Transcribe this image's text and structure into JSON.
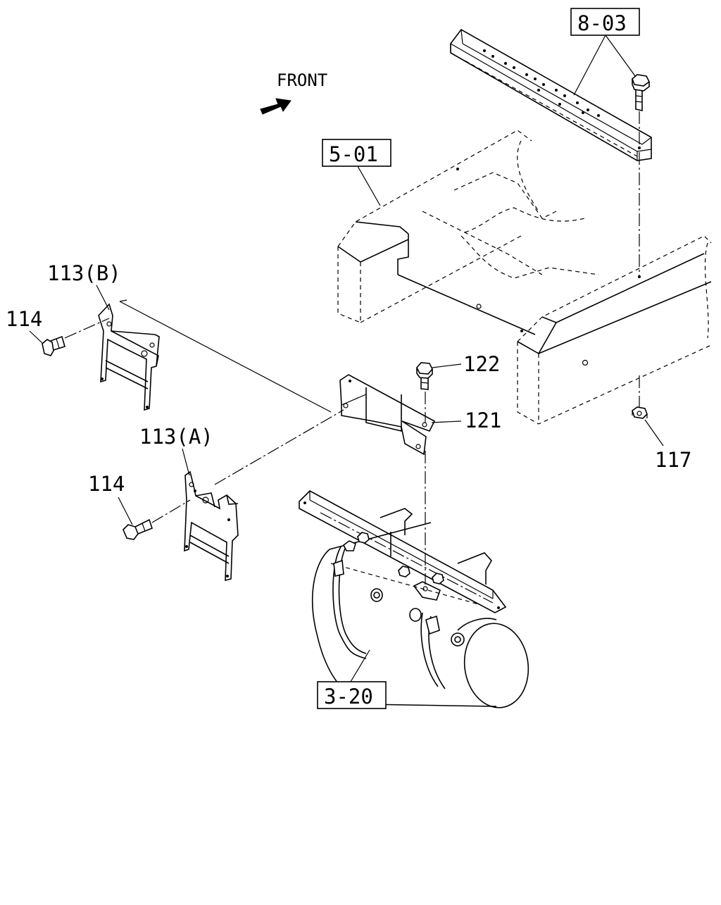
{
  "direction": {
    "text": "FRONT",
    "icon": "front-arrow-icon"
  },
  "references": {
    "ref_8_03": "8-03",
    "ref_5_01": "5-01",
    "ref_3_20": "3-20"
  },
  "parts": {
    "p113B": "113(B)",
    "p114_upper": "114",
    "p113A": "113(A)",
    "p114_lower": "114",
    "p122": "122",
    "p121": "121",
    "p117": "117"
  }
}
